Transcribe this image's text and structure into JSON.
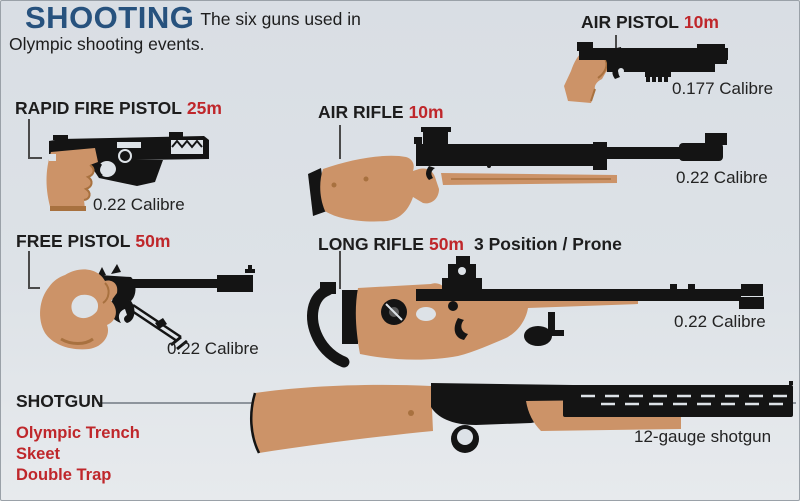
{
  "colors": {
    "bg": "#dde2e7",
    "panel_border": "#9aa1a8",
    "title_blue": "#27527e",
    "text_dark": "#1d1d1d",
    "red": "#bf272b",
    "gun_black": "#141414",
    "wood": "#cc9368",
    "wood_dark": "#a8713f",
    "line": "#8d949c",
    "connector": "#4a4a4a"
  },
  "header": {
    "title": "SHOOTING",
    "subtitle": "The six guns used in Olympic shooting events."
  },
  "guns": [
    {
      "id": "rapid-fire-pistol",
      "name": "RAPID FIRE PISTOL",
      "distance": "25m",
      "calibre": "0.22 Calibre"
    },
    {
      "id": "air-rifle",
      "name": "AIR RIFLE",
      "distance": "10m",
      "calibre": "0.22 Calibre"
    },
    {
      "id": "air-pistol",
      "name": "AIR PISTOL",
      "distance": "10m",
      "calibre": "0.177 Calibre"
    },
    {
      "id": "free-pistol",
      "name": "FREE PISTOL",
      "distance": "50m",
      "calibre": "0.22 Calibre"
    },
    {
      "id": "long-rifle",
      "name": "LONG RIFLE",
      "distance": "50m",
      "modes": "3 Position / Prone",
      "calibre": "0.22 Calibre"
    },
    {
      "id": "shotgun",
      "name": "SHOTGUN",
      "events": [
        "Olympic Trench",
        "Skeet",
        "Double Trap"
      ],
      "calibre": "12-gauge shotgun"
    }
  ]
}
